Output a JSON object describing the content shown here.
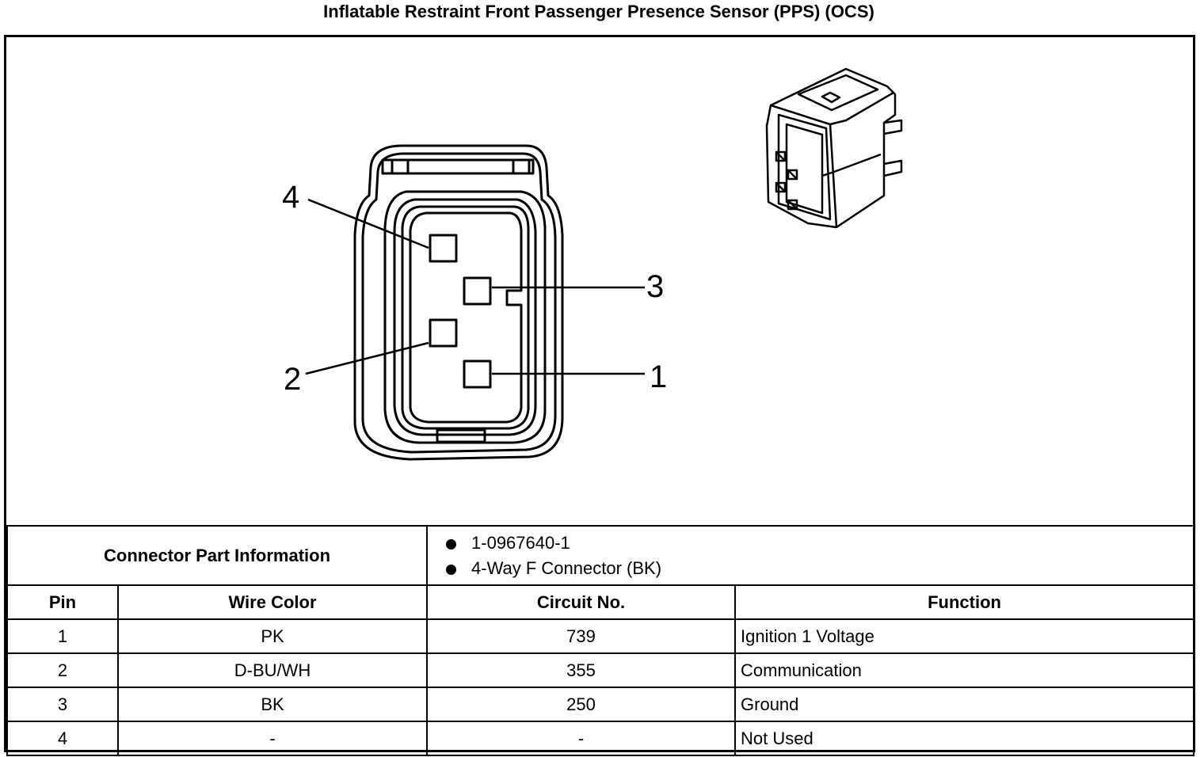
{
  "title": "Inflatable Restraint Front Passenger Presence Sensor (PPS) (OCS)",
  "diagram": {
    "pin_labels": [
      "4",
      "3",
      "2",
      "1"
    ]
  },
  "connector_info": {
    "label": "Connector Part Information",
    "items": [
      "1-0967640-1",
      "4-Way F Connector (BK)"
    ]
  },
  "table": {
    "headers": [
      "Pin",
      "Wire Color",
      "Circuit No.",
      "Function"
    ],
    "rows": [
      {
        "pin": "1",
        "wire_color": "PK",
        "circuit": "739",
        "function": "Ignition 1 Voltage"
      },
      {
        "pin": "2",
        "wire_color": "D-BU/WH",
        "circuit": "355",
        "function": "Communication"
      },
      {
        "pin": "3",
        "wire_color": "BK",
        "circuit": "250",
        "function": "Ground"
      },
      {
        "pin": "4",
        "wire_color": "-",
        "circuit": "-",
        "function": "Not Used"
      }
    ]
  }
}
